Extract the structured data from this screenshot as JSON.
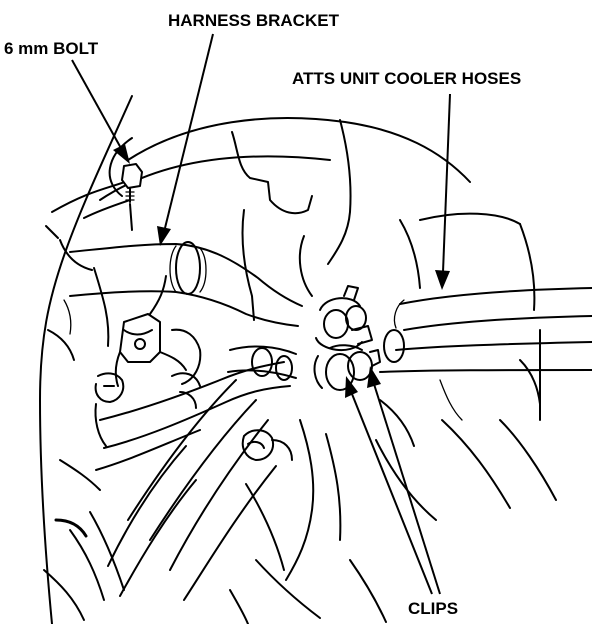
{
  "labels": {
    "bolt": "6 mm BOLT",
    "bracket": "HARNESS BRACKET",
    "hoses": "ATTS UNIT COOLER HOSES",
    "clips": "CLIPS"
  },
  "colors": {
    "ink": "#000000",
    "paper": "#ffffff"
  }
}
